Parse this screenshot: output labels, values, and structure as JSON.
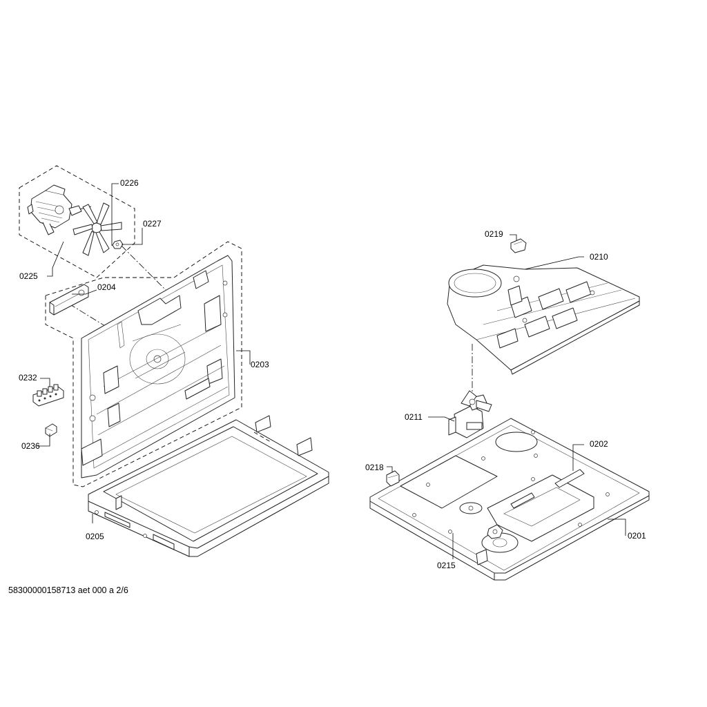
{
  "diagram": {
    "document_code": "58300000158713 aet 000 a 2/6",
    "callouts": {
      "c0226": "0226",
      "c0227": "0227",
      "c0225": "0225",
      "c0204": "0204",
      "c0203": "0203",
      "c0232": "0232",
      "c0236": "0236",
      "c0205": "0205",
      "c0219": "0219",
      "c0210": "0210",
      "c0211": "0211",
      "c0202": "0202",
      "c0218": "0218",
      "c0201": "0201",
      "c0215": "0215"
    }
  }
}
